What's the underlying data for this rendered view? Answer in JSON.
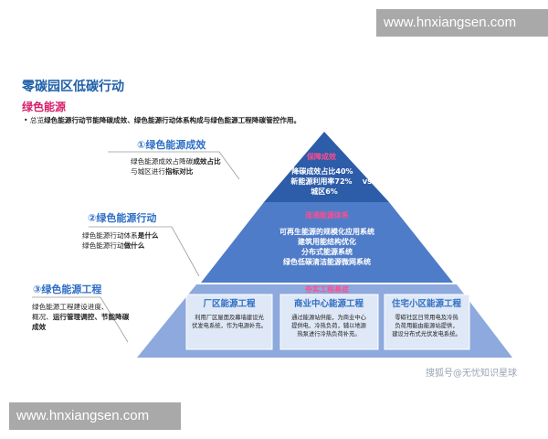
{
  "watermarks": {
    "top": "www.hnxiangsen.com",
    "bottom": "www.hnxiangsen.com"
  },
  "header": {
    "title": "零碳园区低碳行动",
    "subtitle": "绿色能源",
    "bullet_prefix": "总览",
    "bullet_bold": "绿色能源行动节能降碳成效、绿色能源行动体系构成与绿色能源工程降碳管控作用。"
  },
  "notes": [
    {
      "head": "①绿色能源成效",
      "line1_a": "绿色能源成效占降碳",
      "line1_b": "成效占比",
      "line2_a": "与城区进行",
      "line2_b": "指标对比"
    },
    {
      "head": "②绿色能源行动",
      "line1_a": "绿色能源行动体系",
      "line1_b": "是什么",
      "line2_a": "绿色能源行动",
      "line2_b": "做什么"
    },
    {
      "head": "③绿色能源工程",
      "line1_a": "绿色能源工程建设进度、",
      "line1_b": "",
      "line2_a": "概况、",
      "line2_b": "运行管理调控、节能降碳成效"
    }
  ],
  "pyramid": {
    "top": {
      "tag": "保障成效",
      "lines": [
        "降碳成效占比40%",
        "新能源利用率72%",
        "城区6%"
      ],
      "vs": "VS"
    },
    "middle": {
      "tag": "连通能源体系",
      "lines": [
        "可再生能源的规模化应用系统",
        "建筑用能结构优化",
        "分布式能源系统",
        "绿色低碳清洁能源微网系统"
      ]
    },
    "bottom": {
      "tag": "夯实工程基底",
      "boxes": [
        {
          "title": "厂区能源工程",
          "lines": [
            "利用厂区屋面及幕墙建设光",
            "伏发电系统，作为电源补充。"
          ]
        },
        {
          "title": "商业中心能源工程",
          "lines": [
            "通过能源站供能，为商业中心",
            "提供电、冷热负荷，辅以地源",
            "热泵进行冷热负荷补充。"
          ]
        },
        {
          "title": "住宅小区能源工程",
          "lines": [
            "零碳社区日常用电及冷热",
            "负荷用能由能源站提供，",
            "建设分布式光伏发电系统。"
          ]
        }
      ]
    }
  },
  "credit": "搜狐号@无忧知识星球",
  "colors": {
    "accent": "#1f5fa8",
    "magenta": "#d61f69",
    "tier_top": "#2d5ca8",
    "tier_mid": "#4f7cc8",
    "tier_bottom": "#8da9dd",
    "box": "#dfe8f6"
  }
}
